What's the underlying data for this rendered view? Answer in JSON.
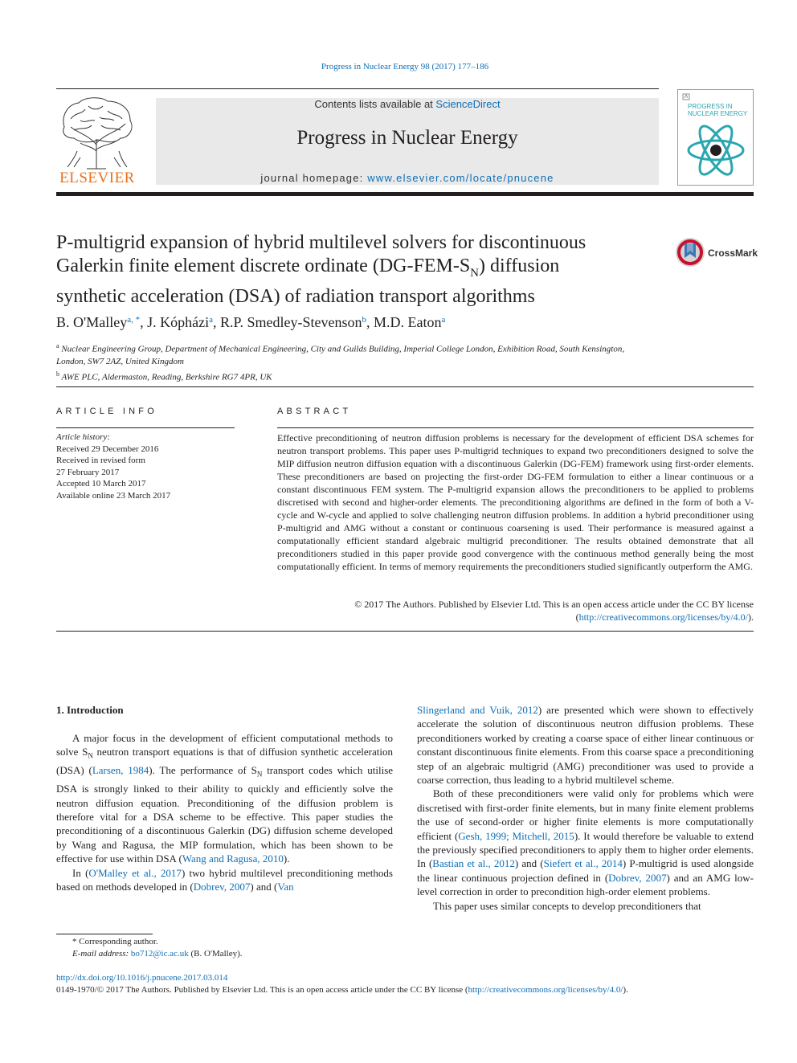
{
  "citation": "Progress in Nuclear Energy 98 (2017) 177–186",
  "header": {
    "publisher": "ELSEVIER",
    "contents_prefix": "Contents lists available at ",
    "contents_link": "ScienceDirect",
    "journal": "Progress in Nuclear Energy",
    "homepage_prefix": "journal homepage: ",
    "homepage_url": "www.elsevier.com/locate/pnucene",
    "cover_title": "PROGRESS IN NUCLEAR ENERGY"
  },
  "crossmark": "CrossMark",
  "article": {
    "title_1": "P-multigrid expansion of hybrid multilevel solvers for discontinuous",
    "title_2a": "Galerkin finite element discrete ordinate (DG-FEM-S",
    "title_2sub": "N",
    "title_2b": ") diffusion",
    "title_3": "synthetic acceleration (DSA) of radiation transport algorithms",
    "authors": [
      {
        "name": "B. O'Malley",
        "sup": "a, *",
        "sep": ", "
      },
      {
        "name": "J. Kópházi",
        "sup": "a",
        "sep": ", "
      },
      {
        "name": "R.P. Smedley-Stevenson",
        "sup": "b",
        "sep": ", "
      },
      {
        "name": "M.D. Eaton",
        "sup": "a",
        "sep": ""
      }
    ],
    "affiliations": [
      {
        "mark": "a",
        "line1": "Nuclear Engineering Group, Department of Mechanical Engineering, City and Guilds Building, Imperial College London, Exhibition Road, South Kensington,",
        "line2": "London, SW7 2AZ, United Kingdom"
      },
      {
        "mark": "b",
        "line1": "AWE PLC, Aldermaston, Reading, Berkshire RG7 4PR, UK",
        "line2": ""
      }
    ]
  },
  "info": {
    "heading": "ARTICLE INFO",
    "history_label": "Article history:",
    "history": [
      "Received 29 December 2016",
      "Received in revised form",
      "27 February 2017",
      "Accepted 10 March 2017",
      "Available online 23 March 2017"
    ]
  },
  "abstract": {
    "heading": "ABSTRACT",
    "text": "Effective preconditioning of neutron diffusion problems is necessary for the development of efficient DSA schemes for neutron transport problems. This paper uses P-multigrid techniques to expand two pre­conditioners designed to solve the MIP diffusion neutron diffusion equation with a discontinuous Galerkin (DG-FEM) framework using first-order elements. These preconditioners are based on projecting the first-order DG-FEM formulation to either a linear continuous or a constant discontinuous FEM sys­tem. The P-multigrid expansion allows the preconditioners to be applied to problems discretised with second and higher-order elements. The preconditioning algorithms are defined in the form of both a V-cycle and W-cycle and applied to solve challenging neutron diffusion problems. In addition a hybrid preconditioner using P-multigrid and AMG without a constant or continuous coarsening is used. Their performance is measured against a computationally efficient standard algebraic multigrid precondi­tioner. The results obtained demonstrate that all preconditioners studied in this paper provide good convergence with the continuous method generally being the most computationally efficient. In terms of memory requirements the preconditioners studied significantly outperform the AMG.",
    "copyright_1": "© 2017 The Authors. Published by Elsevier Ltd. This is an open access article under the CC BY license",
    "copyright_2a": "(",
    "copyright_link": "http://creativecommons.org/licenses/by/4.0/",
    "copyright_2b": ")."
  },
  "body": {
    "section_title": "1.  Introduction",
    "p1": [
      "A major focus in the development of efficient computational methods to solve S",
      "N",
      " neutron transport equations is that of diffusion synthetic acceleration (DSA) (",
      "Larsen, 1984",
      "). The performance of S",
      "N",
      " transport codes which utilise DSA is strongly linked to their ability to quickly and efficiently solve the neutron diffusion equation. Preconditioning of the diffusion problem is therefore vital for a DSA scheme to be effective. This paper studies the preconditioning of a discontinuous Galerkin (DG) diffusion scheme developed by Wang and Ragusa, the MIP formulation, which has been shown to be effective for use within DSA (",
      "Wang and Ragusa, 2010",
      ")."
    ],
    "p2": [
      "In (",
      "O'Malley et al., 2017",
      ") two hybrid multilevel preconditioning methods based on methods developed in (",
      "Dobrev, 2007",
      ") and (",
      "Van Slingerland and Vuik, 2012",
      ") are presented which were shown to effectively accelerate the solution of discontinuous neutron diffu­sion problems. These preconditioners worked by creating a coarse space of either linear continuous or constant discontinuous finite elements. From this coarse space a preconditioning step of an algebraic multigrid (AMG) preconditioner was used to provide a coarse correction, thus leading to a hybrid multilevel scheme."
    ],
    "p3": [
      "Both of these preconditioners were valid only for problems which were discretised with first-order finite elements, but in many finite element problems the use of second-order or higher finite elements is more computationally efficient (",
      "Gesh, 1999; Mitchell, 2015",
      "). It would therefore be valuable to extend the pre­viously specified preconditioners to apply them to higher order elements. In (",
      "Bastian et al., 2012",
      ") and (",
      "Siefert et al., 2014",
      ") P-multigrid is used alongside the linear continuous projection defined in (",
      "Dobrev, 2007",
      ") and an AMG low-level correction in order to precondition high-order element problems."
    ],
    "p4": "This paper uses similar concepts to develop preconditioners that"
  },
  "footnote": {
    "mark": "*",
    "corresponding": "Corresponding author.",
    "email_label": "E-mail address: ",
    "email": "bo712@ic.ac.uk",
    "email_suffix": " (B. O'Malley)."
  },
  "doi": "http://dx.doi.org/10.1016/j.pnucene.2017.03.014",
  "issn": {
    "text": "0149-1970/© 2017 The Authors. Published by Elsevier Ltd. This is an open access article under the CC BY license (",
    "link": "http://creativecommons.org/licenses/by/4.0/",
    "suffix": ")."
  }
}
